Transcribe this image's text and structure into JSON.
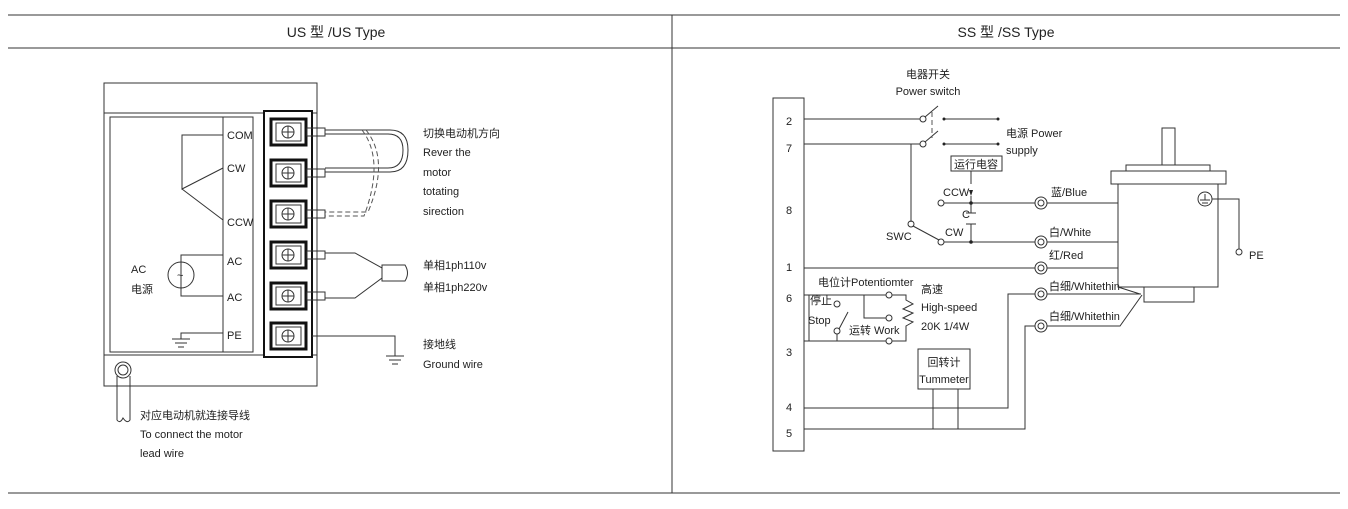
{
  "headers": {
    "left": "US 型 /US Type",
    "right": "SS 型 /SS Type"
  },
  "us": {
    "terminals": [
      "COM",
      "CW",
      "CCW",
      "AC",
      "AC",
      "PE"
    ],
    "ac_source": [
      "AC",
      "电源"
    ],
    "reverse_note": [
      "切换电动机方向",
      "Rever the",
      "motor",
      "totating",
      "sirection"
    ],
    "power_note": [
      "单相1ph110v",
      "单相1ph220v"
    ],
    "ground_note": [
      "接地线",
      "Ground wire"
    ],
    "lead_note": [
      "对应电动机就连接导线",
      "To connect the motor",
      "lead wire"
    ]
  },
  "ss": {
    "terminals": [
      "2",
      "7",
      "8",
      "1",
      "6",
      "3",
      "4",
      "5"
    ],
    "power_switch": [
      "电器开关",
      "Power switch"
    ],
    "power_supply": [
      "电源 Power",
      "supply"
    ],
    "run_capacitor": "运行电容",
    "ccw": "CCW",
    "cw": "CW",
    "c": "C",
    "swc": "SWC",
    "wires": [
      "蓝/Blue",
      "白/White",
      "红/Red",
      "白细/Whitethin",
      "白细/Whitethin"
    ],
    "pe": "PE",
    "potentiometer": "电位计Potentiomter",
    "high_speed": [
      "高速",
      "High-speed",
      "20K 1/4W"
    ],
    "stop": [
      "停止",
      "Stop"
    ],
    "work": "运转 Work",
    "tummeter": [
      "回转计",
      "Tummeter"
    ]
  }
}
